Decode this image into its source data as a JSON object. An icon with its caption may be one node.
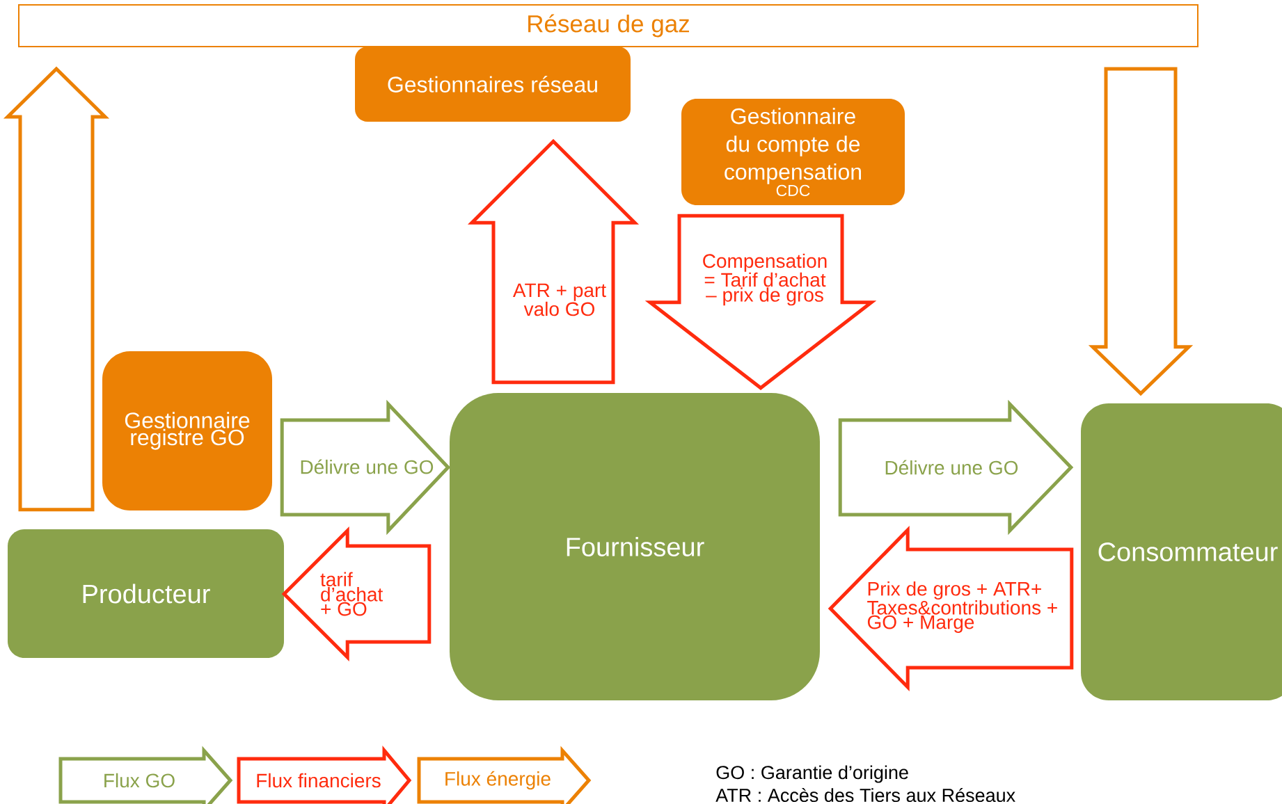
{
  "diagram": {
    "nodes": [
      {
        "text": [
          "Réseau de gaz"
        ]
      },
      {
        "text": [
          "Gestionnaires réseau"
        ]
      },
      {
        "text": [
          "Gestionnaire du compte de compensation",
          "CDC"
        ]
      },
      {
        "text": [
          "Gestionnaire registre GO"
        ]
      },
      {
        "text": [
          "Producteur"
        ]
      },
      {
        "text": [
          "Fournisseur"
        ]
      },
      {
        "text": [
          "Consommateur"
        ]
      }
    ],
    "edges": [
      {
        "from": 4,
        "to": 0,
        "arrow": "to",
        "color": "#ec8104"
      },
      {
        "from": 0,
        "to": 6,
        "arrow": "to",
        "color": "#ec8104"
      },
      {
        "from": 3,
        "to": 5,
        "arrow": "to",
        "label": "Délivre une GO",
        "color": "#8aa24b"
      },
      {
        "from": 5,
        "to": 6,
        "arrow": "to",
        "label": "Délivre une GO",
        "color": "#8aa24b"
      },
      {
        "from": 5,
        "to": 4,
        "arrow": "to",
        "label": "tarif d’achat + GO"
      },
      {
        "from": 6,
        "to": 5,
        "arrow": "to",
        "label": "Prix de gros + ATR+ Taxes&contributions + GO + Marge"
      },
      {
        "from": 5,
        "to": 1,
        "arrow": "to",
        "label": "ATR + part valo GO"
      },
      {
        "from": 2,
        "to": 5,
        "arrow": "to",
        "label": "Compensation = Tarif d’achat – prix de gros"
      }
    ],
    "labels": [
      "GO : Garantie d’origine",
      "ATR : Accès des Tiers aux Réseaux"
    ],
    "legend": [
      {
        "text": "Flux GO",
        "color": "#8aa24b"
      },
      {
        "text": "Flux financiers",
        "color": "#ff2b0e"
      },
      {
        "text": "Flux énergie",
        "color": "#ec8104"
      }
    ]
  }
}
